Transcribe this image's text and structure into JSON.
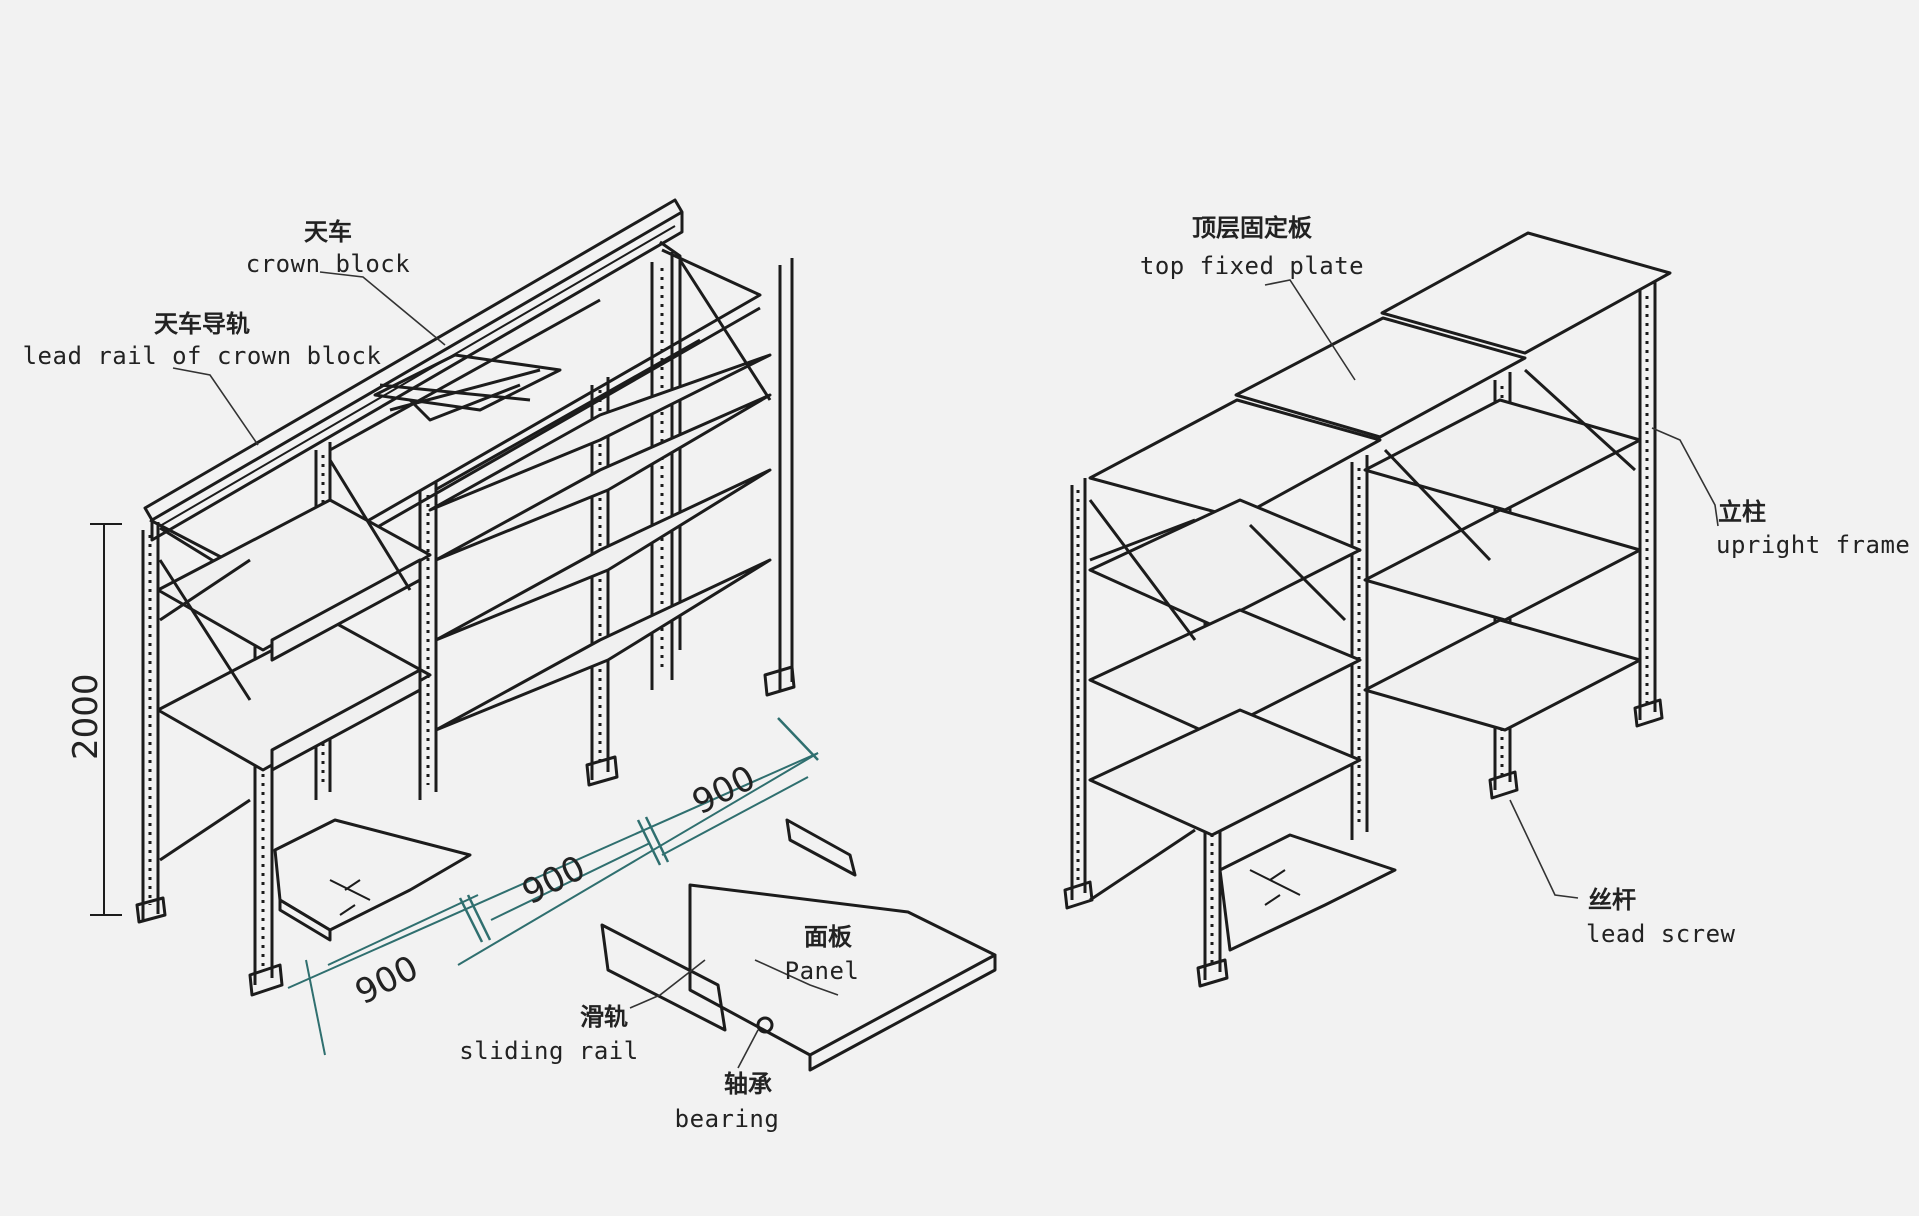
{
  "labels": {
    "crown_block": {
      "cn": "天车",
      "en": "crown block"
    },
    "lead_rail": {
      "cn": "天车导轨",
      "en": "lead rail of crown block"
    },
    "top_plate": {
      "cn": "顶层固定板",
      "en": "top fixed plate"
    },
    "upright": {
      "cn": "立柱",
      "en": "upright frame"
    },
    "lead_screw": {
      "cn": "丝杆",
      "en": "lead screw"
    },
    "panel": {
      "cn": "面板",
      "en": "Panel"
    },
    "sliding_rail": {
      "cn": "滑轨",
      "en": "sliding rail"
    },
    "bearing": {
      "cn": "轴承",
      "en": "bearing"
    }
  },
  "dimensions": {
    "height": "2000",
    "bay_1": "900",
    "bay_2": "900",
    "bay_3": "900"
  },
  "colors": {
    "line": "#1c1c1c",
    "dimension": "#2f6f6f",
    "background": "#f2f2f2"
  }
}
